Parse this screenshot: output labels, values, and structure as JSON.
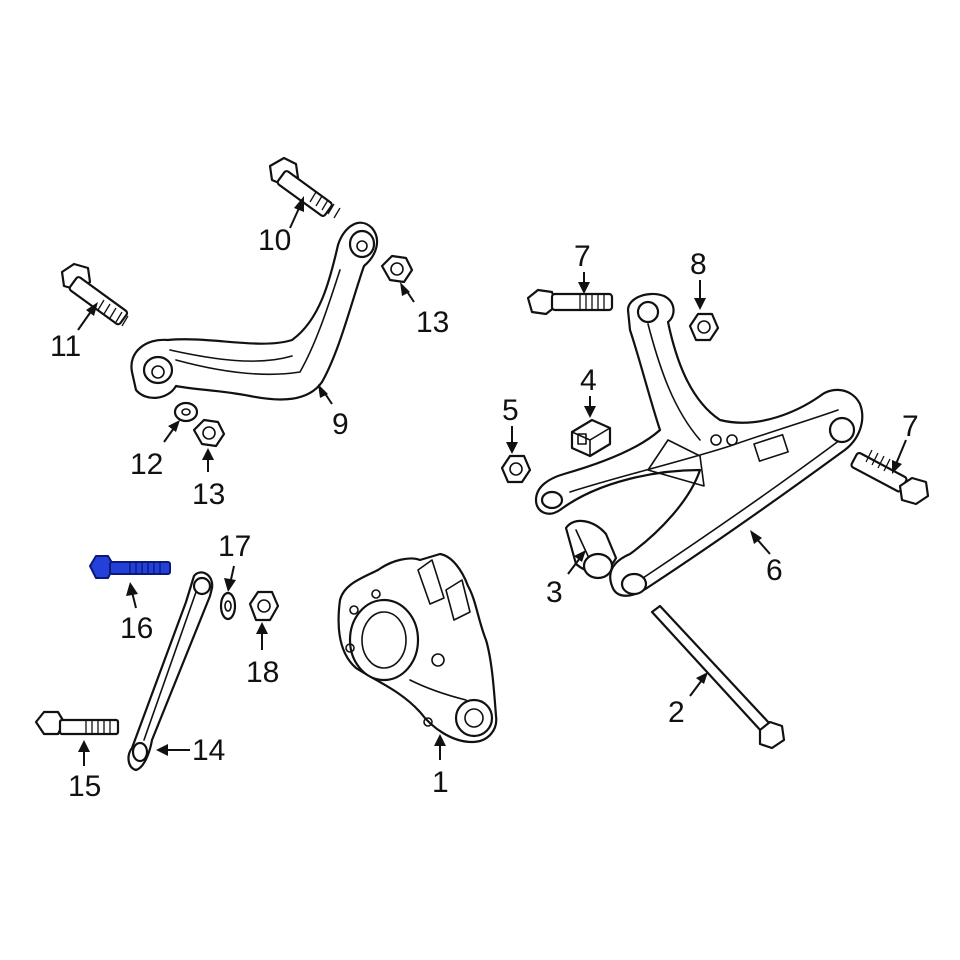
{
  "callouts": {
    "c1": "1",
    "c2": "2",
    "c3": "3",
    "c4": "4",
    "c5": "5",
    "c6": "6",
    "c7a": "7",
    "c7b": "7",
    "c8": "8",
    "c9": "9",
    "c10": "10",
    "c11": "11",
    "c12": "12",
    "c13a": "13",
    "c13b": "13",
    "c14": "14",
    "c15": "15",
    "c16": "16",
    "c17": "17",
    "c18": "18"
  },
  "colors": {
    "line": "#111111",
    "highlight": "#2340d8",
    "background": "#ffffff"
  },
  "highlighted_part": "16"
}
